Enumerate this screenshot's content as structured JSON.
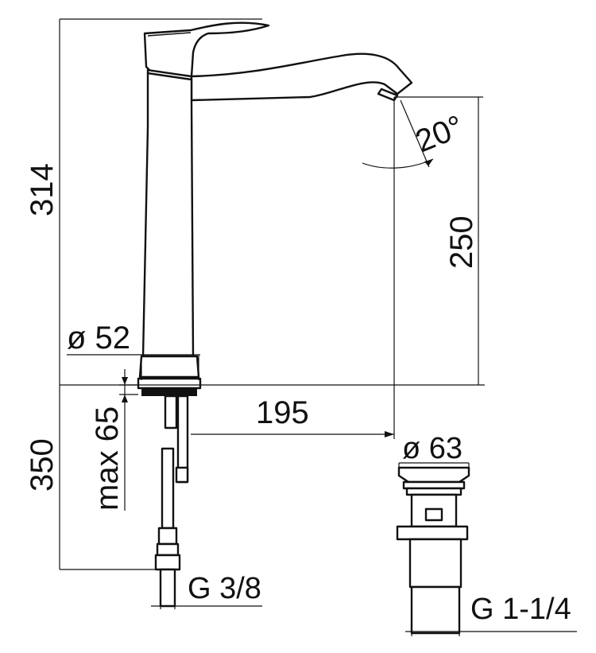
{
  "dimensions": {
    "height_above_counter": "314",
    "spout_height": "250",
    "spout_reach": "195",
    "base_diameter": "ø 52",
    "spout_angle": "20°",
    "max_thickness": "max 65",
    "hose_length": "350",
    "hose_connection": "G 3/8",
    "drain_diameter": "ø 63",
    "drain_thread": "G 1-1/4"
  }
}
